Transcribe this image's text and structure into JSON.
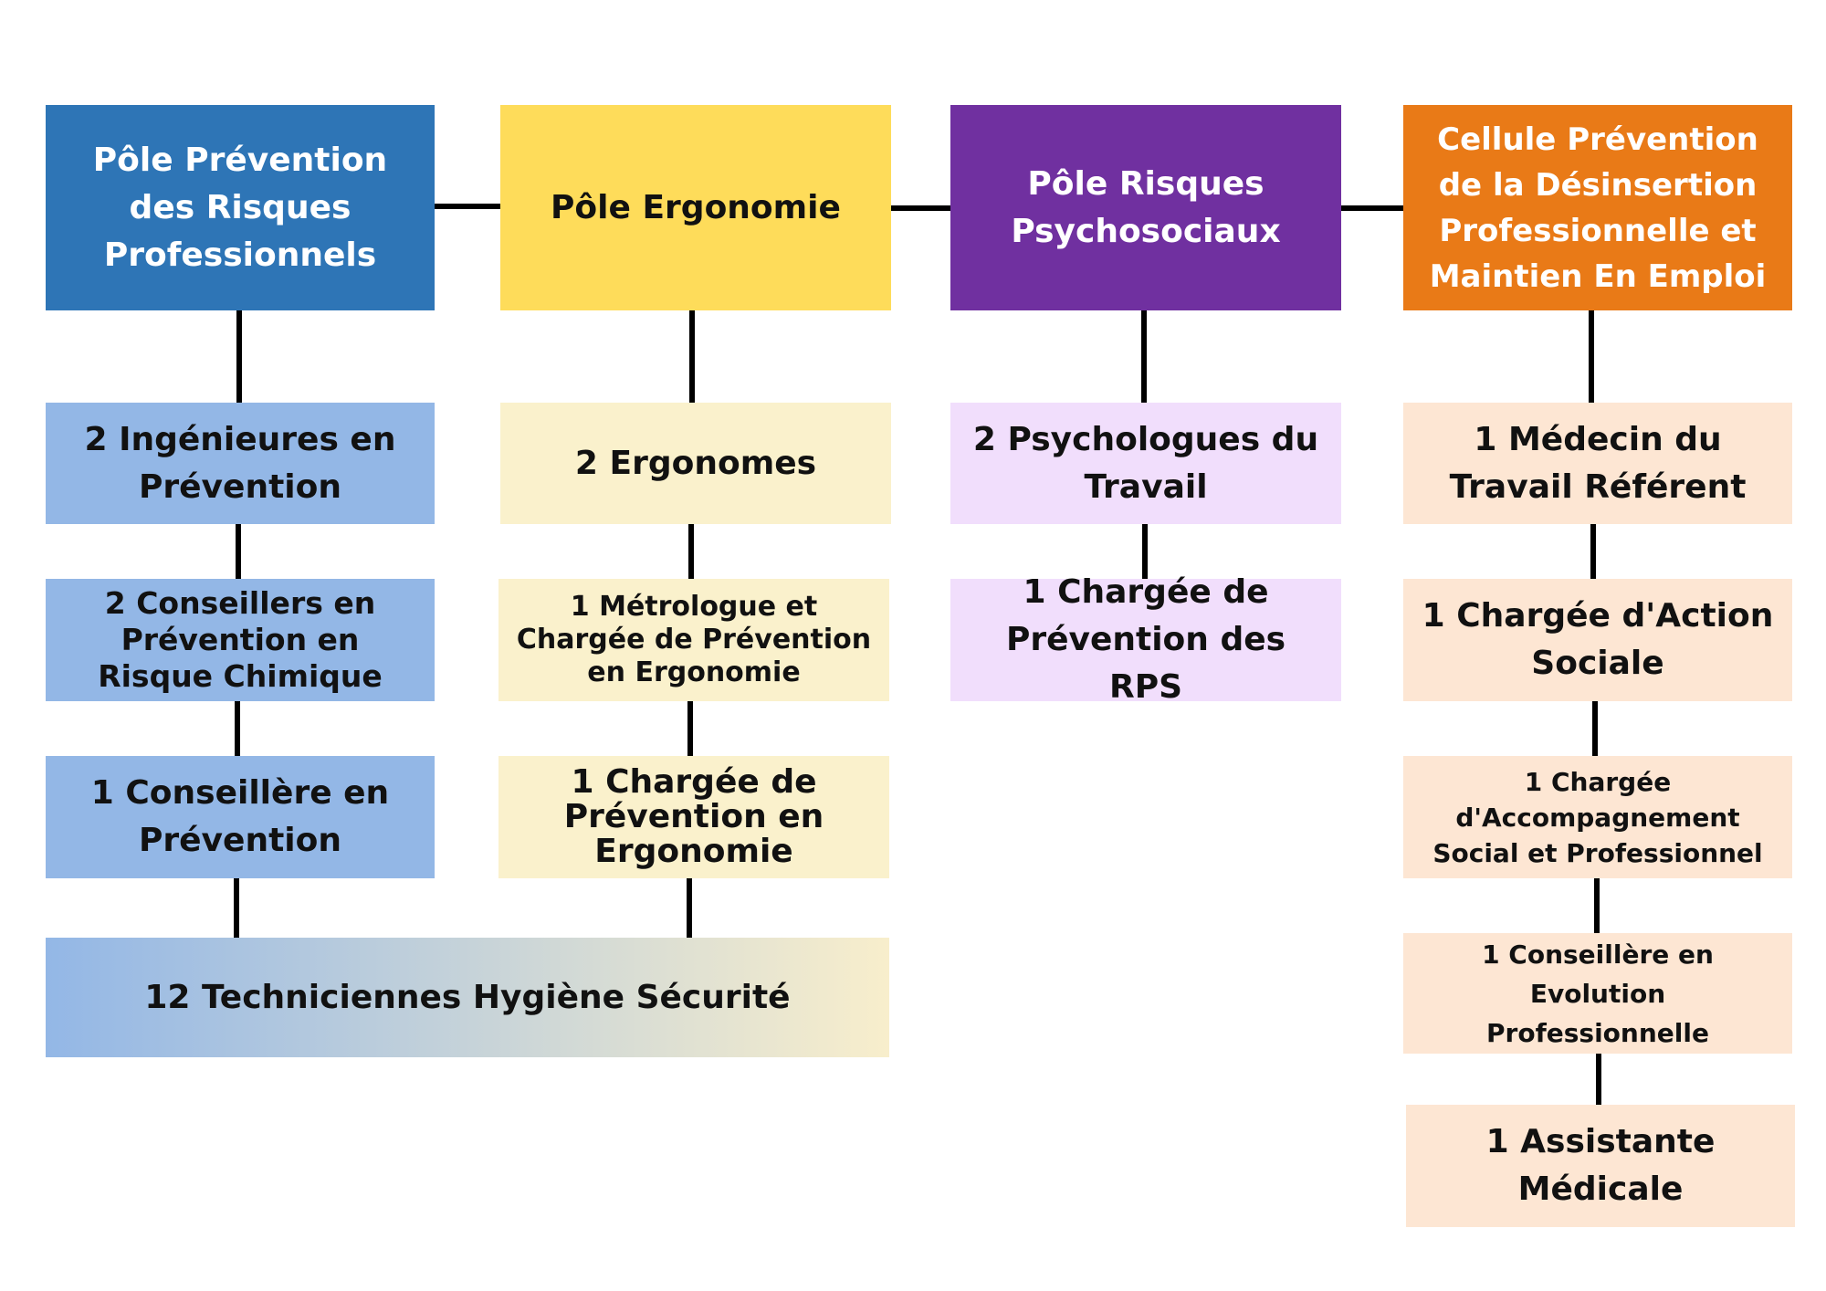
{
  "colors": {
    "blue_head": "#2E75B6",
    "yellow_head": "#FEDC5A",
    "purple_head": "#7030A0",
    "orange_head": "#E97A17",
    "blue_light": "#93B7E6",
    "yellow_light": "#FAF1CC",
    "purple_light": "#F1DEFC",
    "orange_light": "#FDE6D3"
  },
  "poles": [
    {
      "title": "Pôle Prévention des Risques Professionnels",
      "members": [
        "2 Ingénieures en Prévention",
        "2 Conseillers en Prévention en Risque Chimique",
        "1 Conseillère en Prévention"
      ]
    },
    {
      "title": "Pôle Ergonomie",
      "members": [
        "2 Ergonomes",
        "1 Métrologue et Chargée de Prévention en Ergonomie",
        "1 Chargée de Prévention en Ergonomie"
      ]
    },
    {
      "title": "Pôle Risques Psychosociaux",
      "members": [
        "2 Psychologues du Travail",
        "1 Chargée de Prévention des RPS"
      ]
    },
    {
      "title": "Cellule Prévention de la Désinsertion Professionnelle et Maintien En Emploi",
      "members": [
        "1 Médecin du Travail Référent",
        "1 Chargée d'Action Sociale",
        "1 Chargée d'Accompagnement Social et Professionnel",
        "1 Conseillère en Evolution Professionnelle",
        "1 Assistante Médicale"
      ]
    }
  ],
  "shared": {
    "label": "12 Techniciennes Hygiène Sécurité"
  }
}
